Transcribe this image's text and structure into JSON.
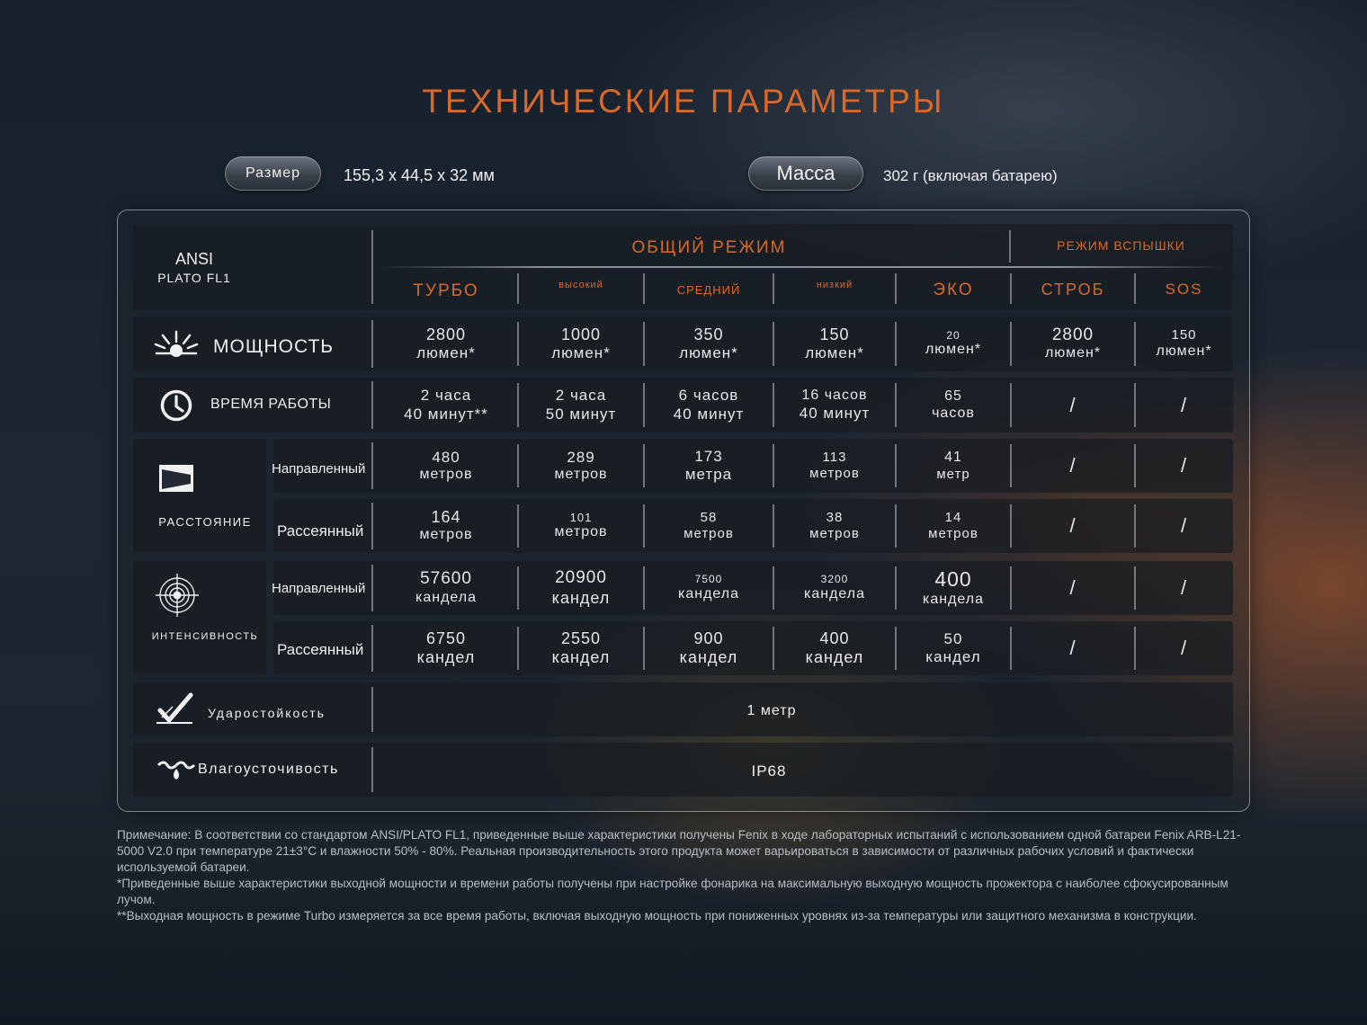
{
  "title": "ТЕХНИЧЕСКИЕ ПАРАМЕТРЫ",
  "size": {
    "label": "Размер",
    "value": "155,3 x 44,5 x 32 мм"
  },
  "mass": {
    "label": "Масса",
    "value": "302 г (включая батарею)"
  },
  "table": {
    "standard_line1": "ANSI",
    "standard_line2": "PLATO FL1",
    "group_general": "ОБЩИЙ РЕЖИМ",
    "group_flash": "РЕЖИМ ВСПЫШКИ",
    "modes": [
      "ТУРБО",
      "высокий",
      "СРЕДНИЙ",
      "низкий",
      "ЭКО",
      "СТРОБ",
      "SOS"
    ],
    "rows": {
      "power": {
        "label": "МОЩНОСТЬ",
        "values": [
          [
            "2800",
            "люмен*"
          ],
          [
            "1000",
            "люмен*"
          ],
          [
            "350",
            "люмен*"
          ],
          [
            "150",
            "люмен*"
          ],
          [
            "20",
            "люмен*"
          ],
          [
            "2800",
            "люмен*"
          ],
          [
            "150",
            "люмен*"
          ]
        ]
      },
      "runtime": {
        "label": "ВРЕМЯ РАБОТЫ",
        "values": [
          [
            "2 часа",
            "40 минут**"
          ],
          [
            "2 часа",
            "50 минут"
          ],
          [
            "6 часов",
            "40 минут"
          ],
          [
            "16 часов",
            "40 минут"
          ],
          [
            "65",
            "часов"
          ],
          [
            "/",
            ""
          ],
          [
            "/",
            ""
          ]
        ]
      },
      "distance": {
        "label": "РАССТОЯНИЕ",
        "directed_label": "Направленный",
        "diffused_label": "Рассеянный",
        "directed": [
          [
            "480",
            "метров"
          ],
          [
            "289",
            "метров"
          ],
          [
            "173",
            "метра"
          ],
          [
            "113",
            "метров"
          ],
          [
            "41",
            "метр"
          ],
          [
            "/",
            ""
          ],
          [
            "/",
            ""
          ]
        ],
        "diffused": [
          [
            "164",
            "метров"
          ],
          [
            "101",
            "метров"
          ],
          [
            "58",
            "метров"
          ],
          [
            "38",
            "метров"
          ],
          [
            "14",
            "метров"
          ],
          [
            "/",
            ""
          ],
          [
            "/",
            ""
          ]
        ]
      },
      "intensity": {
        "label": "ИНТЕНСИВНОСТЬ",
        "directed_label": "Направленный",
        "diffused_label": "Рассеянный",
        "directed": [
          [
            "57600",
            "кандела"
          ],
          [
            "20900",
            "кандел"
          ],
          [
            "7500",
            "кандела"
          ],
          [
            "3200",
            "кандела"
          ],
          [
            "400",
            "кандела"
          ],
          [
            "/",
            ""
          ],
          [
            "/",
            ""
          ]
        ],
        "diffused": [
          [
            "6750",
            "кандел"
          ],
          [
            "2550",
            "кандел"
          ],
          [
            "900",
            "кандел"
          ],
          [
            "400",
            "кандел"
          ],
          [
            "50",
            "кандел"
          ],
          [
            "/",
            ""
          ],
          [
            "/",
            ""
          ]
        ]
      },
      "impact": {
        "label": "Ударостойкость",
        "value": "1 метр"
      },
      "water": {
        "label": "Влагоусточивость",
        "value": "IP68"
      }
    }
  },
  "notes": [
    "Примечание: В соответствии со стандартом ANSI/PLATO FL1, приведенные выше характеристики получены Fenix в ходе лабораторных испытаний с использованием одной батареи Fenix ARB-L21-5000 V2.0 при температуре 21±3°C и влажности 50% - 80%. Реальная производительность этого продукта может варьироваться в зависимости от различных рабочих условий и фактически используемой батареи.",
    "*Приведенные выше характеристики выходной мощности и времени работы получены при настройке фонарика на максимальную выходную мощность прожектора с наиболее сфокусированным лучом.",
    "**Выходная мощность в режиме Turbo измеряется за все время работы, включая выходную мощность при пониженных уровнях из-за температуры или защитного механизма в конструкции."
  ],
  "colors": {
    "accent": "#d9692b",
    "text": "#ececec",
    "note": "#b9bec6"
  }
}
